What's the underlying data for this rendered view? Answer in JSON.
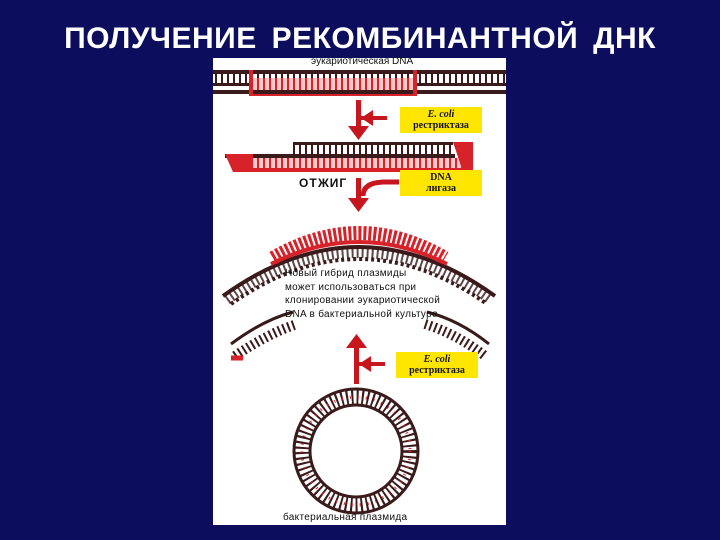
{
  "slide": {
    "title": "ПОЛУЧЕНИЕ РЕКОМБИНАНТНОЙ ДНК",
    "background_color": "#0d0d5e"
  },
  "figure": {
    "euk_dna_label": "эукариотическая DNA",
    "anneal_label": "ОТЖИГ",
    "enzyme_box_1": {
      "line1": "E. coli",
      "line2": "рестриктаза"
    },
    "enzyme_box_2": {
      "line1": "DNA",
      "line2": "лигаза"
    },
    "enzyme_box_3": {
      "line1": "E. coli",
      "line2": "рестриктаза"
    },
    "hybrid_note": [
      "Новый гибрид плазмиды",
      "может использоваться при",
      "клонировании эукариотической",
      "DNA в бактериальной культуре"
    ],
    "bacterial_plasmid_label": "бактериальная плазмида",
    "colors": {
      "dna_red": "#d8222a",
      "dna_dark": "#3a1a1a",
      "arrow_red": "#c8161e",
      "box_yellow": "#ffe600"
    }
  }
}
